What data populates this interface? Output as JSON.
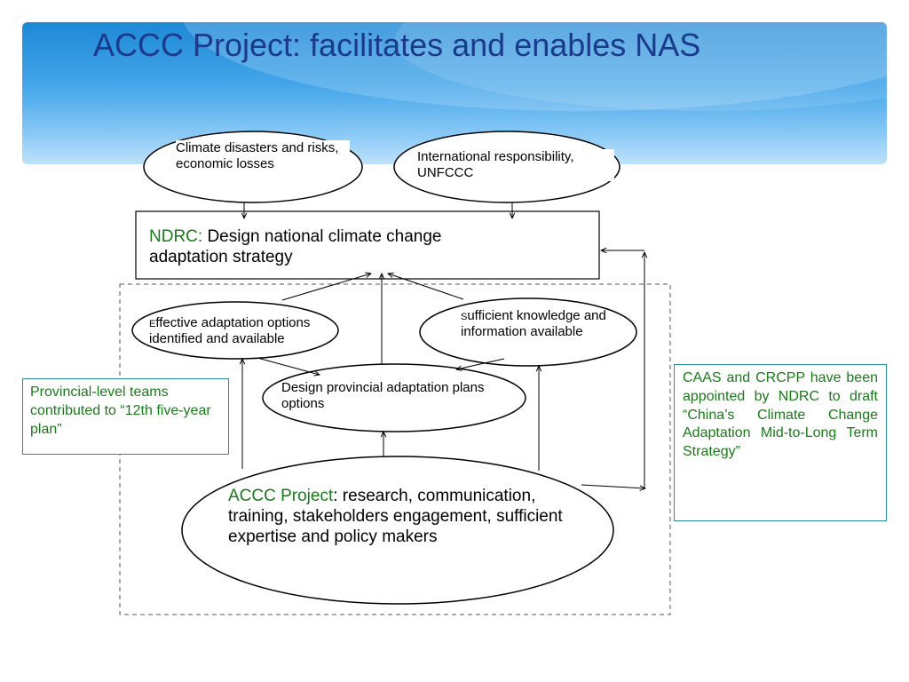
{
  "slide": {
    "title": "ACCC Project: facilitates and enables NAS"
  },
  "nodes": {
    "climate_disasters": "Climate disasters and risks, economic losses",
    "international": "International responsibility, UNFCCC",
    "ndrc_prefix": "NDRC:",
    "ndrc_text": " Design national climate change adaptation strategy",
    "effective_first": "E",
    "effective_rest": "ffective adaptation options identified and available",
    "sufficient_first": "S",
    "sufficient_rest": "ufficient knowledge and information available",
    "provincial_plans": "Design provincial adaptation plans options",
    "accc_prefix": "ACCC Project",
    "accc_text": ": research, communication, training, stakeholders engagement, sufficient expertise and policy makers"
  },
  "side_boxes": {
    "provincial_teams": "Provincial-level teams contributed to “12th five-year plan”",
    "caas": "CAAS and CRCPP have been appointed by NDRC to draft “China’s Climate Change Adaptation Mid-to-Long Term Strategy”"
  }
}
